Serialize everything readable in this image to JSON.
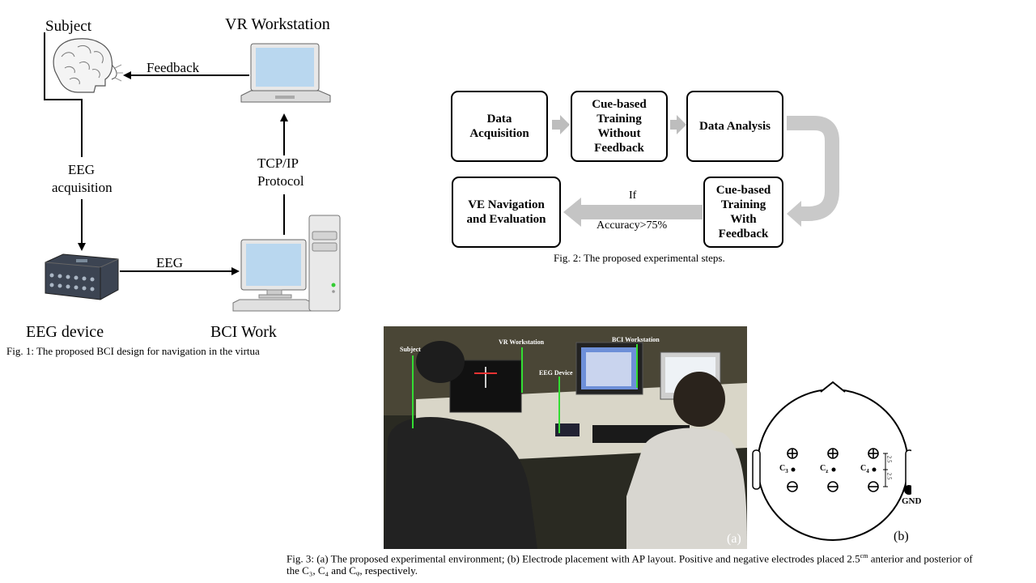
{
  "fig1": {
    "subject_label": "Subject",
    "vr_label": "VR Workstation",
    "feedback_label": "Feedback",
    "eeg_acq_line1": "EEG",
    "eeg_acq_line2": "acquisition",
    "tcp_line1": "TCP/IP",
    "tcp_line2": "Protocol",
    "eeg_link_label": "EEG",
    "eeg_device_label": "EEG device",
    "bci_label": "BCI Work",
    "caption": "Fig. 1: The proposed BCI design for navigation in the virtua"
  },
  "fig2": {
    "steps": [
      "Data Acquisition",
      "Cue-based Training Without Feedback",
      "Data Analysis",
      "Cue-based Training With Feedback",
      "VE  Navigation and Evaluation"
    ],
    "condition_top": "If",
    "condition_bottom": "Accuracy>75%",
    "caption": "Fig. 2: The proposed experimental steps."
  },
  "fig3": {
    "photo_labels": [
      "Subject",
      "VR Workstation",
      "BCI Workstation",
      "EEG Device"
    ],
    "panel_a": "(a)",
    "panel_b": "(b)",
    "electrodes": [
      "C",
      "C",
      "C"
    ],
    "electrode_subs": [
      "3",
      "z",
      "4"
    ],
    "spacing_label": "2.5",
    "gnd_label": "GND",
    "caption_line1_pre": "Fig. 3: (a) The proposed experimental environment; (b) Electrode placement with AP layout. Positive and negative electrodes placed 2.5",
    "caption_sup": "cm",
    "caption_line1_post": " anterior and posterior of",
    "caption_line2": "the C₃, C₄ and Cᵩ, respectively."
  }
}
